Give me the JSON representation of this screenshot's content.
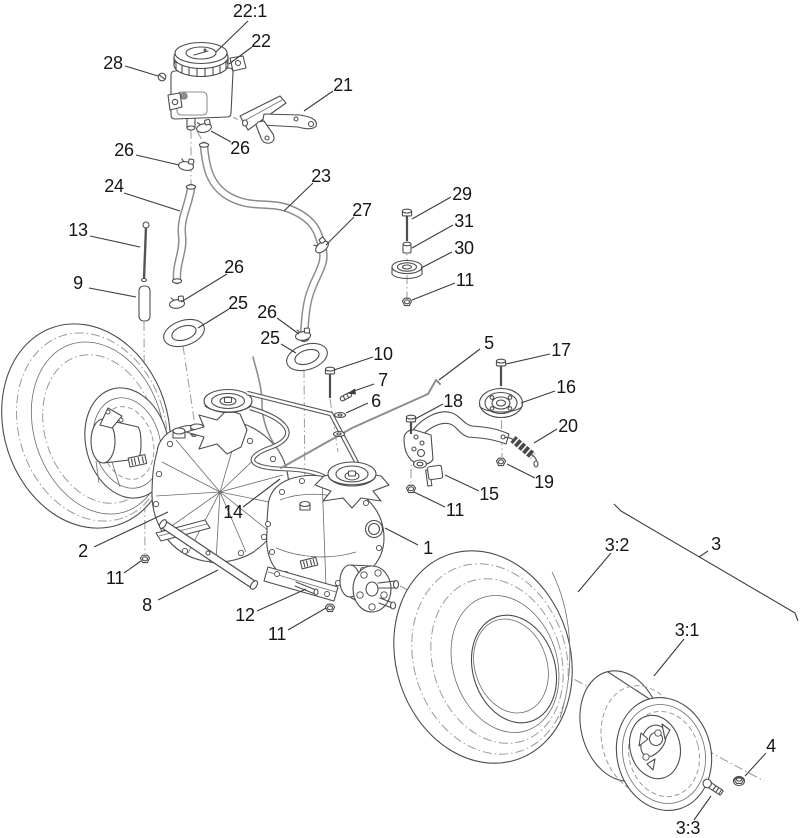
{
  "figure": {
    "callouts": [
      {
        "label": "22:1"
      },
      {
        "label": "22"
      },
      {
        "label": "28"
      },
      {
        "label": "21"
      },
      {
        "label": "26"
      },
      {
        "label": "26"
      },
      {
        "label": "24"
      },
      {
        "label": "23"
      },
      {
        "label": "27"
      },
      {
        "label": "29"
      },
      {
        "label": "31"
      },
      {
        "label": "30"
      },
      {
        "label": "11"
      },
      {
        "label": "13"
      },
      {
        "label": "9"
      },
      {
        "label": "26"
      },
      {
        "label": "25"
      },
      {
        "label": "26"
      },
      {
        "label": "25"
      },
      {
        "label": "10"
      },
      {
        "label": "5"
      },
      {
        "label": "17"
      },
      {
        "label": "7"
      },
      {
        "label": "16"
      },
      {
        "label": "6"
      },
      {
        "label": "18"
      },
      {
        "label": "20"
      },
      {
        "label": "19"
      },
      {
        "label": "15"
      },
      {
        "label": "11"
      },
      {
        "label": "14"
      },
      {
        "label": "2"
      },
      {
        "label": "1"
      },
      {
        "label": "11"
      },
      {
        "label": "3:2"
      },
      {
        "label": "3"
      },
      {
        "label": "8"
      },
      {
        "label": "12"
      },
      {
        "label": "11"
      },
      {
        "label": "3:1"
      },
      {
        "label": "4"
      },
      {
        "label": "3:3"
      }
    ],
    "colors": {
      "background": "#ffffff",
      "line_art": "#4d4d4d",
      "soft_gray": "#8e8e8e",
      "centerline": "#9a9a9a",
      "label_text": "#161616"
    }
  }
}
